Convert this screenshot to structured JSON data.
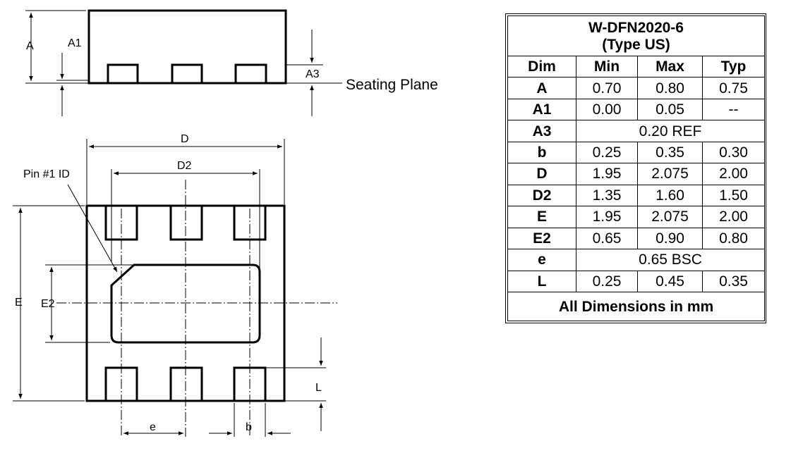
{
  "drawing": {
    "side_view": {
      "label_A": "A",
      "label_A1": "A1",
      "label_A3": "A3",
      "seating_plane": "Seating Plane"
    },
    "top_view": {
      "label_D": "D",
      "label_D2": "D2",
      "pin1": "Pin #1 ID",
      "label_E": "E",
      "label_E2": "E2",
      "label_L": "L",
      "label_e": "e",
      "label_b": "b"
    }
  },
  "table": {
    "title_line1": "W-DFN2020-6",
    "title_line2": "(Type US)",
    "headers": [
      "Dim",
      "Min",
      "Max",
      "Typ"
    ],
    "rows": [
      {
        "dim": "A",
        "min": "0.70",
        "max": "0.80",
        "typ": "0.75"
      },
      {
        "dim": "A1",
        "min": "0.00",
        "max": "0.05",
        "typ": "--"
      },
      {
        "dim": "A3",
        "span": "0.20 REF"
      },
      {
        "dim": "b",
        "min": "0.25",
        "max": "0.35",
        "typ": "0.30"
      },
      {
        "dim": "D",
        "min": "1.95",
        "max": "2.075",
        "typ": "2.00"
      },
      {
        "dim": "D2",
        "min": "1.35",
        "max": "1.60",
        "typ": "1.50"
      },
      {
        "dim": "E",
        "min": "1.95",
        "max": "2.075",
        "typ": "2.00"
      },
      {
        "dim": "E2",
        "min": "0.65",
        "max": "0.90",
        "typ": "0.80"
      },
      {
        "dim": "e",
        "span": "0.65 BSC"
      },
      {
        "dim": "L",
        "min": "0.25",
        "max": "0.45",
        "typ": "0.35"
      }
    ],
    "footer": "All Dimensions in mm"
  }
}
